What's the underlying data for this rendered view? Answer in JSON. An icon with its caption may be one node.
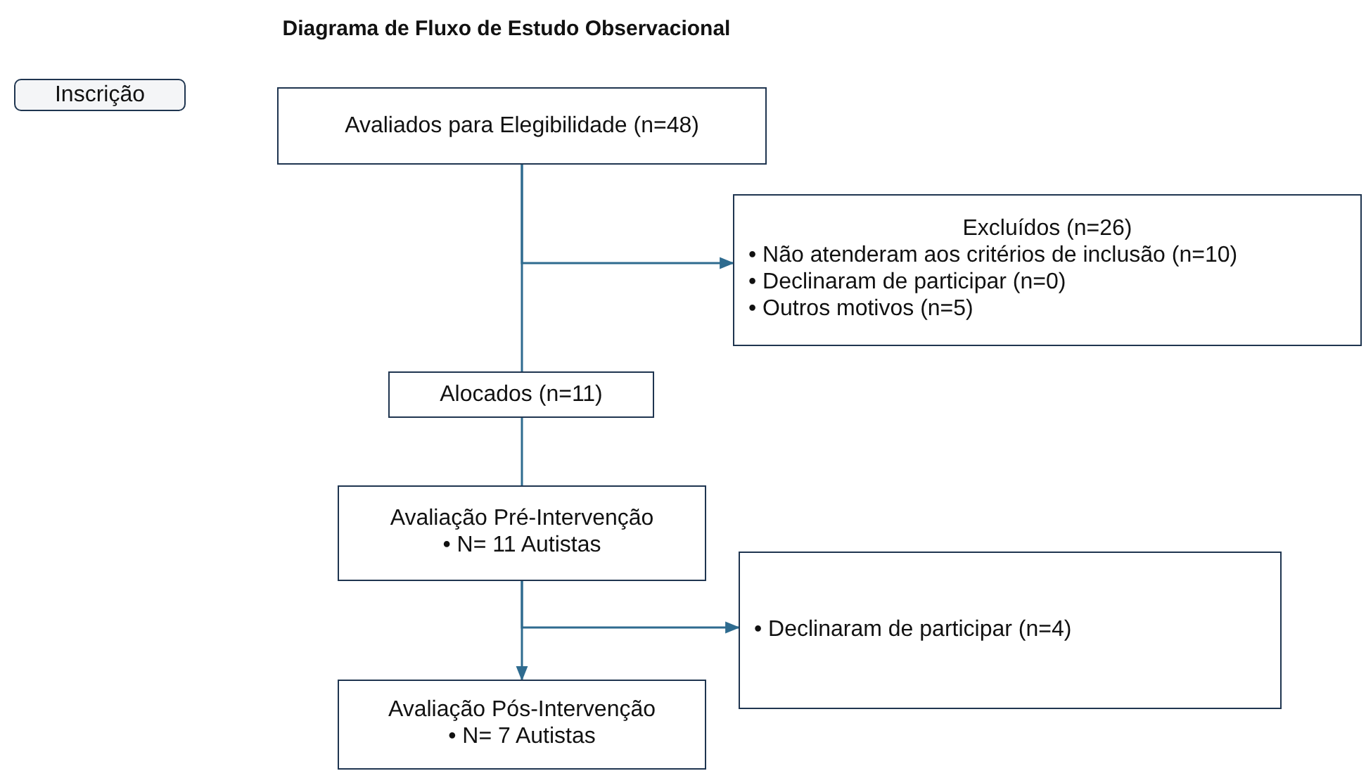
{
  "diagram": {
    "title": "Diagrama de Fluxo de Estudo Observacional",
    "nodes": [
      {
        "text": [
          "Inscrição"
        ]
      },
      {
        "text": [
          "Avaliados para Elegibilidade (n=48)"
        ]
      },
      {
        "text": [
          "Excluídos (n=26)",
          "• Não atenderam aos critérios de inclusão (n=10)",
          "• Declinaram de participar (n=0)",
          "• Outros motivos (n=5)"
        ]
      },
      {
        "text": [
          "Alocados (n=11)"
        ]
      },
      {
        "text": [
          "Avaliação Pré-Intervenção",
          "• N= 11 Autistas"
        ]
      },
      {
        "text": [
          "• Declinaram de participar (n=4)"
        ]
      },
      {
        "text": [
          "Avaliação Pós-Intervenção",
          "• N= 7 Autistas"
        ]
      }
    ],
    "edges": [
      {
        "from": 1,
        "to": 2,
        "arrow": "to"
      },
      {
        "from": 1,
        "to": 3,
        "arrow": "none"
      },
      {
        "from": 3,
        "to": 4,
        "arrow": "none"
      },
      {
        "from": 4,
        "to": 5,
        "arrow": "to"
      },
      {
        "from": 4,
        "to": 6,
        "arrow": "to"
      }
    ]
  }
}
